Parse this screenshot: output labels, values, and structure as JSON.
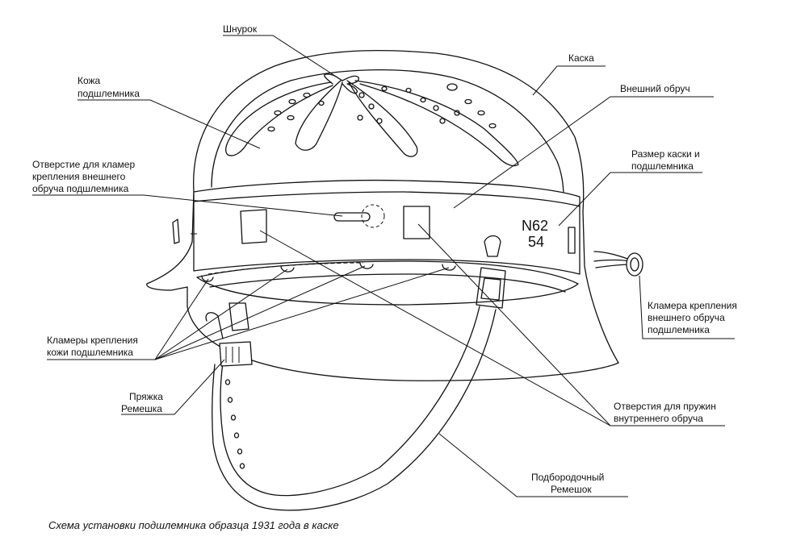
{
  "labels": {
    "lace": "Шнурок",
    "helmet": "Каска",
    "liner_leather": [
      "Кожа",
      "подшлемника"
    ],
    "outer_band": "Внешний обруч",
    "clamp_hole": [
      "Отверстие для кламер",
      "крепления внешнего",
      "обруча подшлемника"
    ],
    "size": [
      "Размер каски и",
      "подшлемника"
    ],
    "band_clamp": [
      "Кламера крепления",
      "внешнего обруча",
      "подшлемника"
    ],
    "leather_clamps": [
      "Кламеры крепления",
      "кожи подшлемника"
    ],
    "buckle": [
      "Пряжка",
      "Ремешка"
    ],
    "spring_holes": [
      "Отверстия для пружин",
      "внутреннего обруча"
    ],
    "chinstrap": [
      "Подбородочный",
      "Ремешок"
    ]
  },
  "marking": [
    "N62",
    "54"
  ],
  "caption": "Схема установки подшлемника образца 1931 года в каске"
}
